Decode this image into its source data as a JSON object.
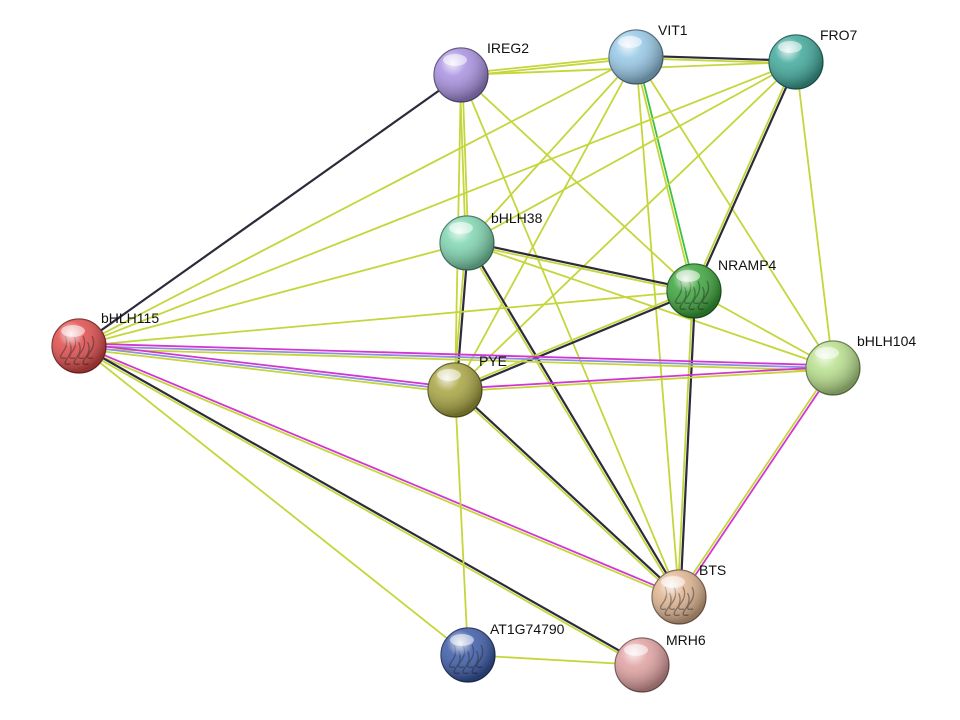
{
  "colors": {
    "textmining": "#c5d63c",
    "coexpression": "#2b2b3a",
    "experiments": "#d236d2",
    "databases": "#8f8fe0",
    "neighborhood": "#3cc240"
  },
  "nodes": [
    {
      "id": "IREG2",
      "label": "IREG2",
      "color": "#a78fe0",
      "structure": false
    },
    {
      "id": "VIT1",
      "label": "VIT1",
      "color": "#96c8e6",
      "structure": false
    },
    {
      "id": "FRO7",
      "label": "FRO7",
      "color": "#3fa89a",
      "structure": false
    },
    {
      "id": "bHLH38",
      "label": "bHLH38",
      "color": "#7ed6b0",
      "structure": false
    },
    {
      "id": "NRAMP4",
      "label": "NRAMP4",
      "color": "#3aa43a",
      "structure": true
    },
    {
      "id": "bHLH115",
      "label": "bHLH115",
      "color": "#e04a4a",
      "structure": true
    },
    {
      "id": "PYE",
      "label": "PYE",
      "color": "#a8a440",
      "structure": false
    },
    {
      "id": "bHLH104",
      "label": "bHLH104",
      "color": "#b8e08c",
      "structure": false
    },
    {
      "id": "BTS",
      "label": "BTS",
      "color": "#e0b490",
      "structure": true
    },
    {
      "id": "AT1G74790",
      "label": "AT1G74790",
      "color": "#3a5aa8",
      "structure": true
    },
    {
      "id": "MRH6",
      "label": "MRH6",
      "color": "#e0a0a0",
      "structure": false
    }
  ],
  "edges": [
    {
      "source": "IREG2",
      "target": "bHLH115",
      "types": [
        "coexpression"
      ]
    },
    {
      "source": "IREG2",
      "target": "VIT1",
      "types": [
        "textmining",
        "textmining"
      ]
    },
    {
      "source": "IREG2",
      "target": "FRO7",
      "types": [
        "textmining"
      ]
    },
    {
      "source": "IREG2",
      "target": "bHLH38",
      "types": [
        "textmining",
        "textmining"
      ]
    },
    {
      "source": "IREG2",
      "target": "NRAMP4",
      "types": [
        "textmining"
      ]
    },
    {
      "source": "IREG2",
      "target": "BTS",
      "types": [
        "textmining"
      ]
    },
    {
      "source": "IREG2",
      "target": "PYE",
      "types": [
        "textmining"
      ]
    },
    {
      "source": "VIT1",
      "target": "FRO7",
      "types": [
        "coexpression",
        "textmining"
      ]
    },
    {
      "source": "VIT1",
      "target": "NRAMP4",
      "types": [
        "neighborhood",
        "textmining"
      ]
    },
    {
      "source": "VIT1",
      "target": "bHLH115",
      "types": [
        "textmining"
      ]
    },
    {
      "source": "VIT1",
      "target": "bHLH38",
      "types": [
        "textmining"
      ]
    },
    {
      "source": "VIT1",
      "target": "PYE",
      "types": [
        "textmining"
      ]
    },
    {
      "source": "VIT1",
      "target": "bHLH104",
      "types": [
        "textmining"
      ]
    },
    {
      "source": "VIT1",
      "target": "BTS",
      "types": [
        "textmining"
      ]
    },
    {
      "source": "FRO7",
      "target": "NRAMP4",
      "types": [
        "coexpression",
        "textmining"
      ]
    },
    {
      "source": "FRO7",
      "target": "bHLH115",
      "types": [
        "textmining"
      ]
    },
    {
      "source": "FRO7",
      "target": "bHLH38",
      "types": [
        "textmining"
      ]
    },
    {
      "source": "FRO7",
      "target": "bHLH104",
      "types": [
        "textmining"
      ]
    },
    {
      "source": "FRO7",
      "target": "PYE",
      "types": [
        "textmining"
      ]
    },
    {
      "source": "bHLH38",
      "target": "NRAMP4",
      "types": [
        "coexpression",
        "textmining"
      ]
    },
    {
      "source": "bHLH38",
      "target": "PYE",
      "types": [
        "coexpression",
        "textmining"
      ]
    },
    {
      "source": "bHLH38",
      "target": "BTS",
      "types": [
        "coexpression",
        "textmining"
      ]
    },
    {
      "source": "bHLH38",
      "target": "bHLH104",
      "types": [
        "textmining"
      ]
    },
    {
      "source": "bHLH38",
      "target": "bHLH115",
      "types": [
        "textmining"
      ]
    },
    {
      "source": "NRAMP4",
      "target": "bHLH115",
      "types": [
        "textmining"
      ]
    },
    {
      "source": "NRAMP4",
      "target": "PYE",
      "types": [
        "coexpression",
        "textmining"
      ]
    },
    {
      "source": "NRAMP4",
      "target": "BTS",
      "types": [
        "coexpression",
        "textmining"
      ]
    },
    {
      "source": "NRAMP4",
      "target": "bHLH104",
      "types": [
        "textmining"
      ]
    },
    {
      "source": "bHLH115",
      "target": "bHLH104",
      "types": [
        "experiments",
        "databases",
        "textmining"
      ]
    },
    {
      "source": "bHLH115",
      "target": "PYE",
      "types": [
        "experiments",
        "databases",
        "textmining"
      ]
    },
    {
      "source": "bHLH115",
      "target": "BTS",
      "types": [
        "experiments",
        "textmining"
      ]
    },
    {
      "source": "bHLH115",
      "target": "MRH6",
      "types": [
        "coexpression",
        "textmining"
      ]
    },
    {
      "source": "bHLH115",
      "target": "AT1G74790",
      "types": [
        "textmining"
      ]
    },
    {
      "source": "PYE",
      "target": "bHLH104",
      "types": [
        "experiments",
        "textmining"
      ]
    },
    {
      "source": "PYE",
      "target": "BTS",
      "types": [
        "coexpression",
        "textmining"
      ]
    },
    {
      "source": "PYE",
      "target": "AT1G74790",
      "types": [
        "textmining"
      ]
    },
    {
      "source": "bHLH104",
      "target": "BTS",
      "types": [
        "experiments",
        "textmining"
      ]
    },
    {
      "source": "AT1G74790",
      "target": "MRH6",
      "types": [
        "textmining"
      ]
    }
  ]
}
